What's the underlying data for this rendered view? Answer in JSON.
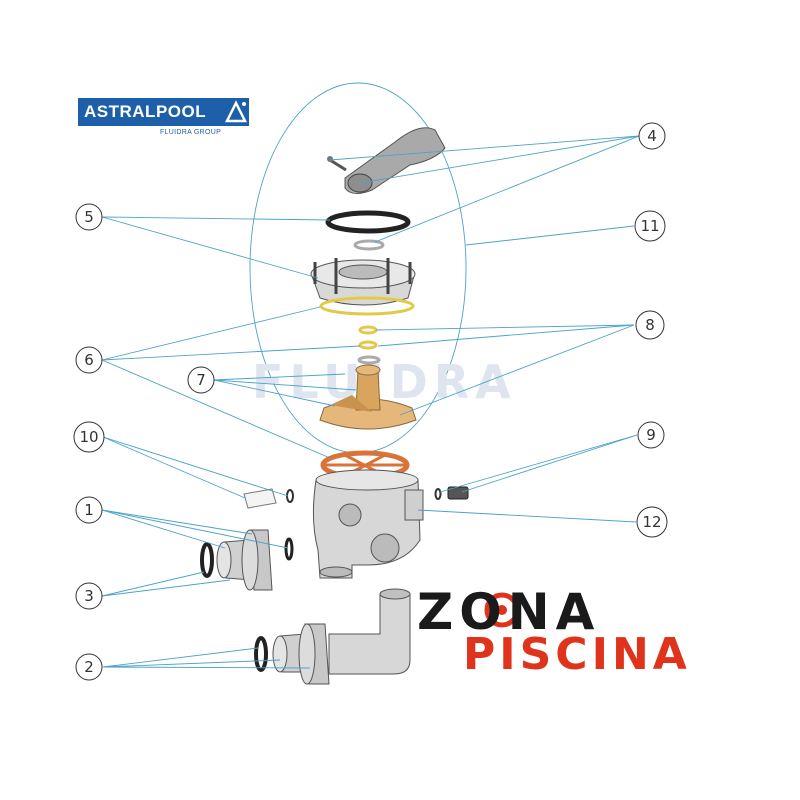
{
  "brand": {
    "name": "ASTRALPOOL",
    "group": "FLUIDRA GROUP",
    "color": "#1d5fa8"
  },
  "watermark": "FLUIDRA",
  "shop": {
    "line1": "ZONA",
    "line2": "PISCINA",
    "color_dark": "#1a1a1a",
    "color_red": "#e0331b"
  },
  "callouts": [
    {
      "id": "c1",
      "label": "1"
    },
    {
      "id": "c2",
      "label": "2"
    },
    {
      "id": "c3",
      "label": "3"
    },
    {
      "id": "c4",
      "label": "4"
    },
    {
      "id": "c5",
      "label": "5"
    },
    {
      "id": "c6",
      "label": "6"
    },
    {
      "id": "c7",
      "label": "7"
    },
    {
      "id": "c8",
      "label": "8"
    },
    {
      "id": "c9",
      "label": "9"
    },
    {
      "id": "c10",
      "label": "10"
    },
    {
      "id": "c11",
      "label": "11"
    },
    {
      "id": "c12",
      "label": "12"
    }
  ]
}
